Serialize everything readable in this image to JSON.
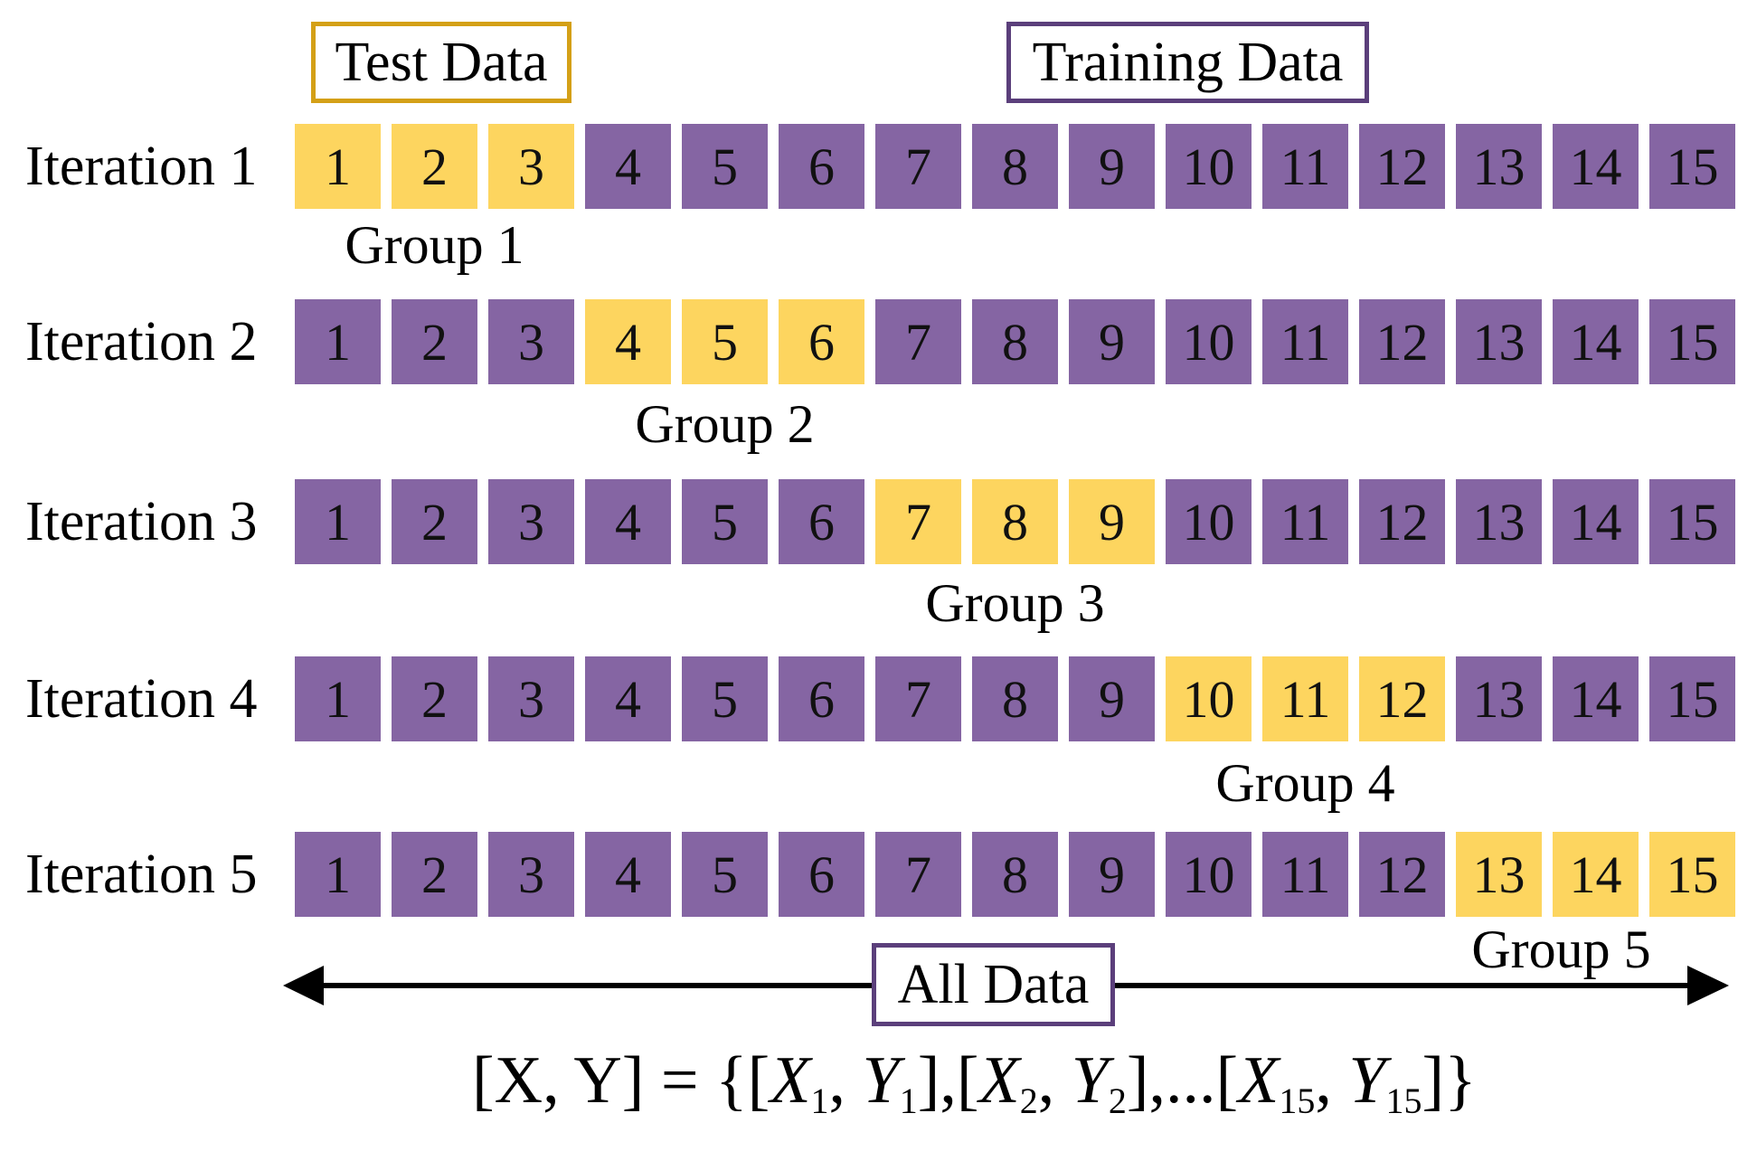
{
  "legend": {
    "test_label": "Test Data",
    "training_label": "Training Data",
    "test_color": "#fdd55f",
    "training_color": "#8565a3"
  },
  "iterations": [
    {
      "label": "Iteration 1",
      "group_label": "Group 1",
      "test_cells": [
        1,
        2,
        3
      ]
    },
    {
      "label": "Iteration 2",
      "group_label": "Group 2",
      "test_cells": [
        4,
        5,
        6
      ]
    },
    {
      "label": "Iteration 3",
      "group_label": "Group 3",
      "test_cells": [
        7,
        8,
        9
      ]
    },
    {
      "label": "Iteration 4",
      "group_label": "Group 4",
      "test_cells": [
        10,
        11,
        12
      ]
    },
    {
      "label": "Iteration 5",
      "group_label": "Group 5",
      "test_cells": [
        13,
        14,
        15
      ]
    }
  ],
  "cells": [
    "1",
    "2",
    "3",
    "4",
    "5",
    "6",
    "7",
    "8",
    "9",
    "10",
    "11",
    "12",
    "13",
    "14",
    "15"
  ],
  "all_data_label": "All Data",
  "formula": {
    "lhs": "[X, Y] = {",
    "terms": [
      {
        "x": "X",
        "xsub": "1",
        "y": "Y",
        "ysub": "1"
      },
      {
        "x": "X",
        "xsub": "2",
        "y": "Y",
        "ysub": "2"
      },
      {
        "x": "X",
        "xsub": "15",
        "y": "Y",
        "ysub": "15"
      }
    ],
    "ellipsis": "...",
    "close": "}"
  }
}
